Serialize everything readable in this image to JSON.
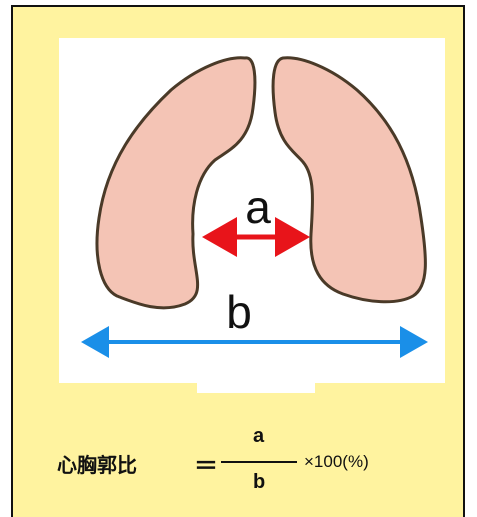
{
  "diagram": {
    "label_a": "a",
    "label_b": "b"
  },
  "formula": {
    "title": "心胸郭比",
    "equals": "＝",
    "numerator": "a",
    "denominator": "b",
    "multiplier": "×100(%)"
  },
  "colors": {
    "background": "#fff39f",
    "lung_fill": "#f4c4b5",
    "lung_outline": "#4a3a28",
    "arrow_a": "#e8141a",
    "arrow_b": "#1a8fe8"
  }
}
